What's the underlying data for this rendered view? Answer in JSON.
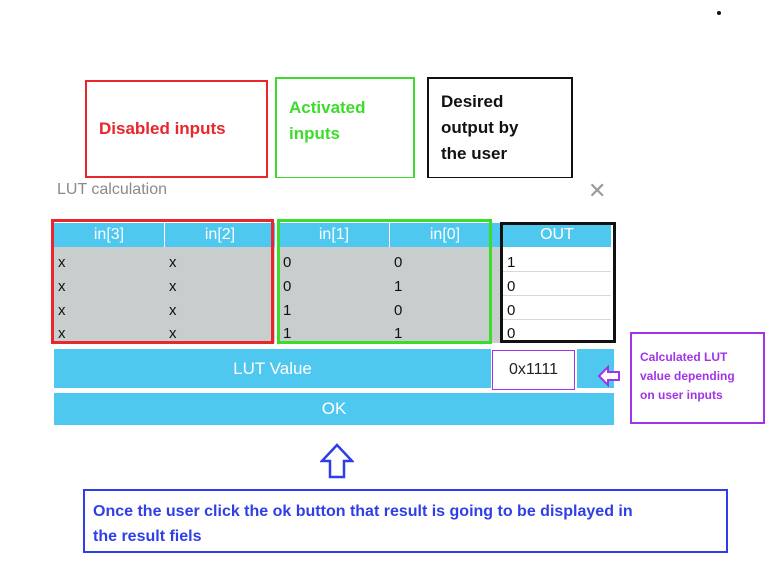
{
  "callouts": {
    "disabled": "Disabled inputs",
    "activated_line1": "Activated",
    "activated_line2": "inputs",
    "desired_line1": "Desired",
    "desired_line2": "output by",
    "desired_line3": "the user",
    "calculated_line1": "Calculated LUT",
    "calculated_line2": "value depending",
    "calculated_line3": "on user inputs",
    "ok_note_line1": "Once the user click the ok button  that result is going to be displayed in",
    "ok_note_line2": "the result fiels"
  },
  "dialog": {
    "title": "LUT calculation",
    "close_glyph": "✕",
    "columns": [
      "in[3]",
      "in[2]",
      "in[1]",
      "in[0]",
      "OUT"
    ],
    "rows": [
      [
        "x",
        "x",
        "0",
        "0",
        "1"
      ],
      [
        "x",
        "x",
        "0",
        "1",
        "0"
      ],
      [
        "x",
        "x",
        "1",
        "0",
        "0"
      ],
      [
        "x",
        "x",
        "1",
        "1",
        "0"
      ]
    ],
    "lut_label": "LUT Value",
    "lut_value": "0x1111",
    "ok_label": "OK"
  },
  "colors": {
    "header_blue": "#4fc8f0",
    "disabled_red": "#e8262b",
    "activated_green": "#3ddc2b",
    "output_black": "#111111",
    "calc_purple": "#a133e8",
    "note_blue": "#2f3fe8"
  },
  "icons": {
    "down_arrow": "down-arrow-icon",
    "left_arrow": "left-arrow-icon",
    "up_arrow": "up-arrow-icon",
    "close": "close-icon"
  }
}
